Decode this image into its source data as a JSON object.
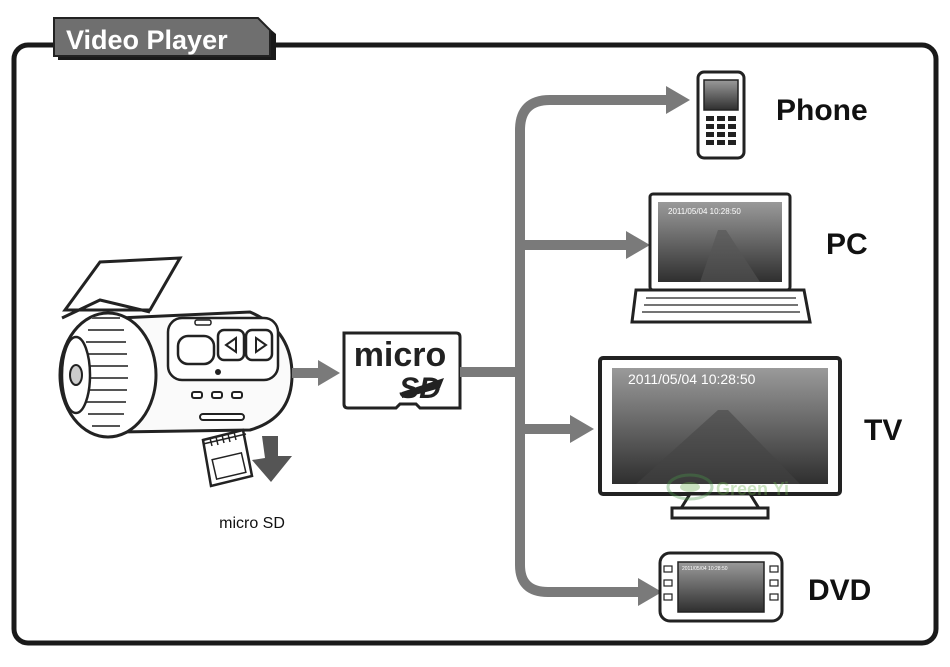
{
  "title": "Video Player",
  "card": {
    "label": "micro SD"
  },
  "sd_logo": {
    "top": "micro",
    "bottom": "SD"
  },
  "screen": {
    "timestamp": "2011/05/04 10:28:50"
  },
  "watermark": "Green Yi",
  "devices": [
    {
      "label": "Phone"
    },
    {
      "label": "PC"
    },
    {
      "label": "TV"
    },
    {
      "label": "DVD"
    }
  ],
  "colors": {
    "arrow": "#7a7a7a",
    "frame": "#1a1a1a",
    "tab": "#707070"
  }
}
